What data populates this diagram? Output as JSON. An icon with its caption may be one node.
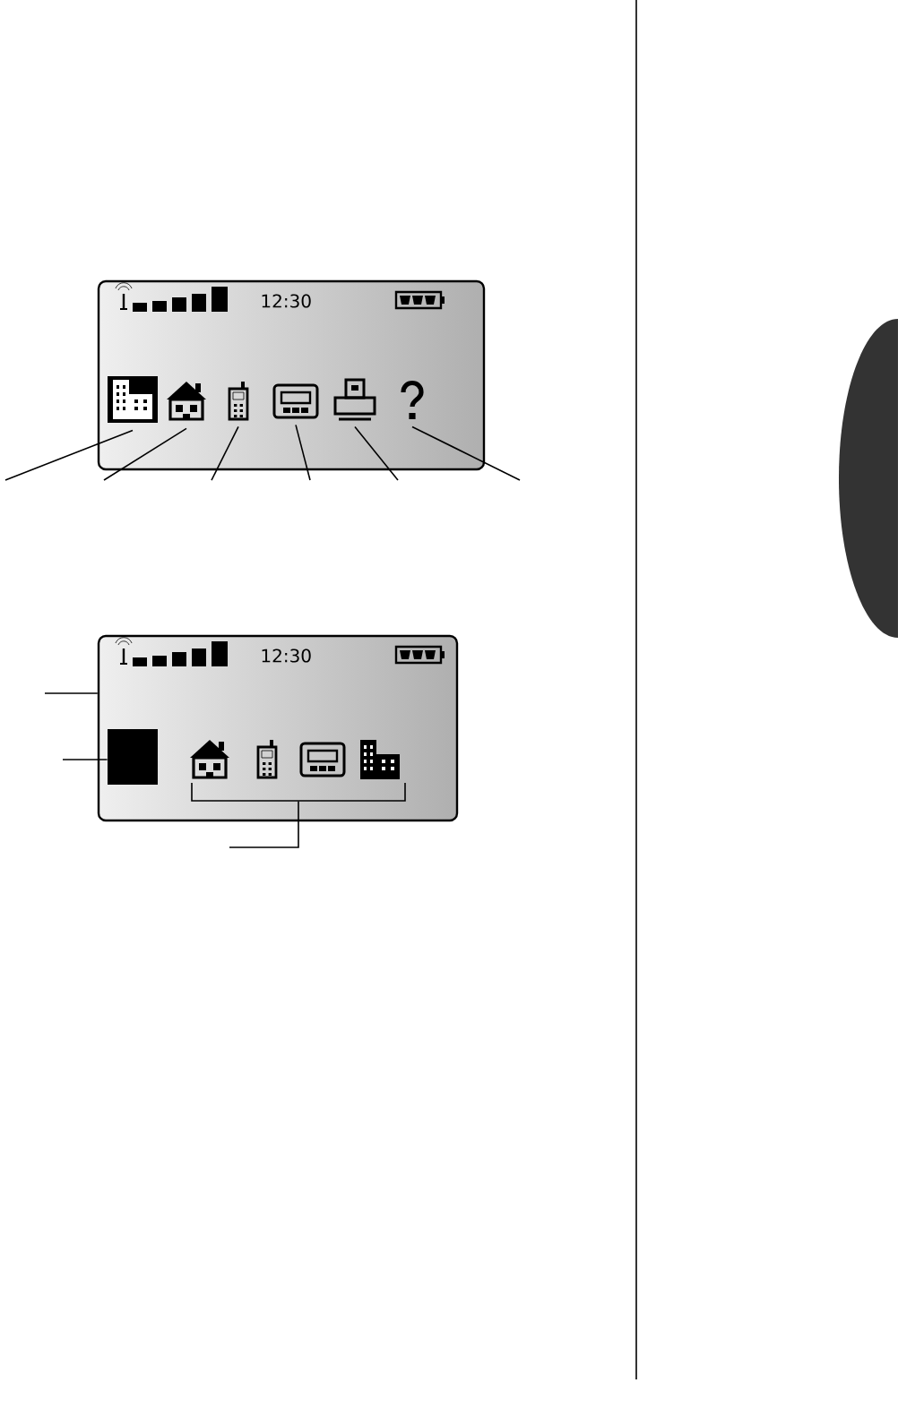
{
  "diagram": {
    "nodes": [
      {
        "text": [],
        "shape": "screen"
      },
      {
        "text": [],
        "shape": "building",
        "in": 0
      },
      {
        "text": [],
        "shape": "house",
        "in": 0
      },
      {
        "text": [],
        "shape": "phone",
        "in": 0
      },
      {
        "text": [],
        "shape": "pager",
        "in": 0
      },
      {
        "text": [],
        "shape": "fax",
        "in": 0
      },
      {
        "text": [],
        "shape": "question",
        "in": 0
      },
      {
        "text": [],
        "shape": "screen"
      },
      {
        "text": [],
        "shape": "block",
        "in": 7
      },
      {
        "text": [],
        "shape": "house",
        "in": 7
      },
      {
        "text": [],
        "shape": "phone",
        "in": 7
      },
      {
        "text": [],
        "shape": "pager",
        "in": 7
      },
      {
        "text": [],
        "shape": "building",
        "in": 7
      },
      {
        "text": [],
        "shape": "bracket",
        "in": 7
      }
    ],
    "edges": [
      {
        "from": null,
        "to": 1,
        "arrow": "none"
      },
      {
        "from": null,
        "to": 2,
        "arrow": "none"
      },
      {
        "from": null,
        "to": 3,
        "arrow": "none"
      },
      {
        "from": null,
        "to": 4,
        "arrow": "none"
      },
      {
        "from": null,
        "to": 5,
        "arrow": "none"
      },
      {
        "from": null,
        "to": 6,
        "arrow": "none"
      },
      {
        "from": null,
        "to": 7,
        "arrow": "none"
      },
      {
        "from": null,
        "to": 8,
        "arrow": "none"
      },
      {
        "from": null,
        "to": 13,
        "arrow": "none"
      }
    ],
    "labels": [
      "12:30",
      "12:30"
    ]
  }
}
